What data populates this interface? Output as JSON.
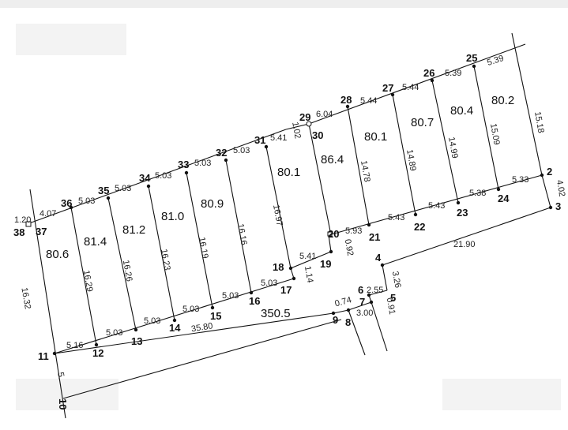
{
  "point_labels": {
    "p2": "2",
    "p3": "3",
    "p4": "4",
    "p5": "5",
    "p6": "6",
    "p7": "7",
    "p8": "8",
    "p9": "9",
    "p11": "11",
    "p12": "12",
    "p13": "13",
    "p14": "14",
    "p15": "15",
    "p16": "16",
    "p17": "17",
    "p18": "18",
    "p19": "19",
    "p20": "20",
    "p21": "21",
    "p22": "22",
    "p23": "23",
    "p24": "24",
    "p25": "25",
    "p26": "26",
    "p27": "27",
    "p28": "28",
    "p29": "29",
    "p30": "30",
    "p31": "31",
    "p32": "32",
    "p33": "33",
    "p34": "34",
    "p35": "35",
    "p36": "36",
    "p37": "37",
    "p38": "38",
    "p10": "10"
  },
  "top_dims": {
    "d38_37": "1.20",
    "d37_36": "4.07",
    "d36_35": "5.03",
    "d35_34": "5.03",
    "d34_33": "5.03",
    "d33_32": "5.03",
    "d32_31": "5.03",
    "d31_30": "5.41",
    "d30_29": "1.02",
    "d29_28": "6.04",
    "d28_27": "5.44",
    "d27_26": "5.44",
    "d26_25": "5.39",
    "d25_end": "5.39"
  },
  "bottom_dims": {
    "d11_12": "5.16",
    "d12_13": "5.03",
    "d13_14": "5.03",
    "d14_15": "5.03",
    "d15_16": "5.03",
    "d16_17": "5.03",
    "d17_18": "1.14",
    "d18_19": "5.41",
    "d19_20": "0.92",
    "d20_21": "5.93",
    "d21_22": "5.43",
    "d22_23": "5.43",
    "d23_24": "5.38",
    "d24_2": "5.33"
  },
  "side_dims": {
    "d38_11": "16.32",
    "d36_12": "16.29",
    "d35_13": "16.26",
    "d34_14": "16.23",
    "d33_15": "16.19",
    "d32_16": "16.16",
    "d31_17": "16.97",
    "d28_21": "14.78",
    "d27_22": "14.89",
    "d26_23": "14.99",
    "d25_24": "15.09",
    "d_right": "15.18",
    "d2_3": "4.02"
  },
  "misc_dims": {
    "d11_9": "35.80",
    "d4_3": "21.90",
    "d4_5": "3.26",
    "d6_7": "2.55",
    "d7_5": "0.91",
    "d9_8": "3.00",
    "d9_6": "0.74",
    "d11_10": "5."
  },
  "areas": {
    "a1": "80.6",
    "a2": "81.4",
    "a3": "81.2",
    "a4": "81.0",
    "a5": "80.9",
    "a6": "80.1",
    "a7": "86.4",
    "a8": "80.1",
    "a9": "80.7",
    "a10": "80.4",
    "a11": "80.2",
    "a12": "350.5"
  },
  "colors": {
    "line": "#111111",
    "background": "#ffffff",
    "topbar": "#eeeeee"
  }
}
